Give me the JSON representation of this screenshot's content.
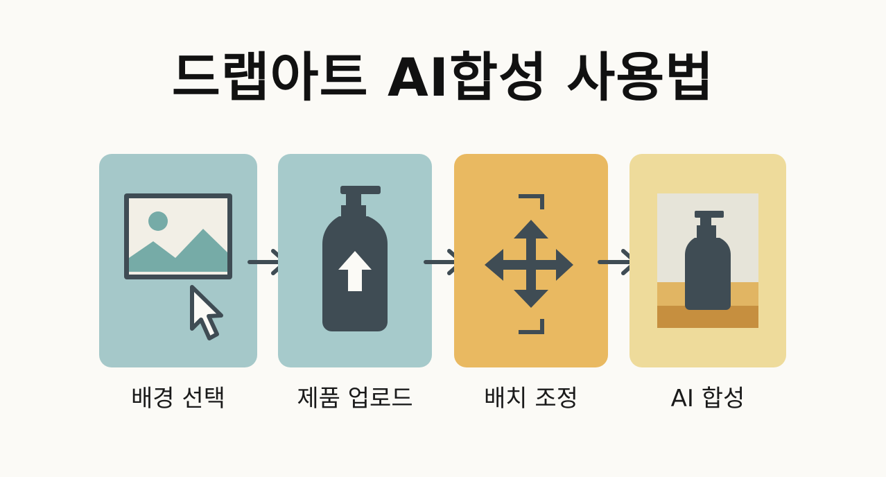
{
  "title": "드랩아트 AI합성 사용법",
  "steps": [
    {
      "label": "배경 선택",
      "icon": "image-with-cursor-icon",
      "color": "#a5c8c9"
    },
    {
      "label": "제품 업로드",
      "icon": "bottle-upload-icon",
      "color": "#a6cacb"
    },
    {
      "label": "배치 조정",
      "icon": "move-arrows-icon",
      "color": "#e9b961"
    },
    {
      "label": "AI 합성",
      "icon": "composited-product-icon",
      "color": "#eedb9b"
    }
  ],
  "colors": {
    "icon": "#3f4c54",
    "background": "#fbfaf6",
    "text": "#111111"
  }
}
